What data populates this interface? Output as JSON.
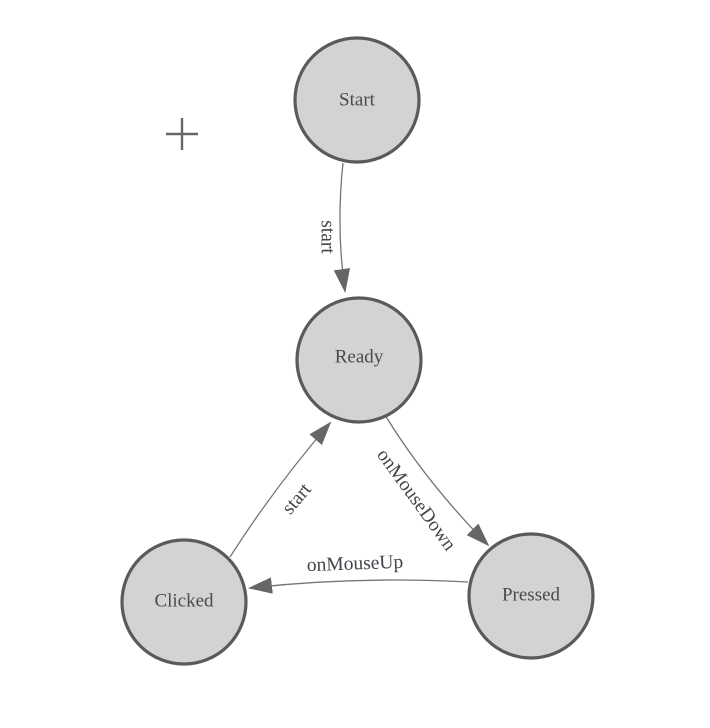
{
  "diagram": {
    "type": "state-machine",
    "background": "#ffffff",
    "colors": {
      "node_fill": "#d3d3d3",
      "node_stroke": "#5a5a5a",
      "node_text": "#4a4a4a",
      "edge_stroke": "#757575",
      "arrow_fill": "#666666",
      "edge_text": "#42454a",
      "crosshair": "#666666"
    },
    "nodes": [
      {
        "id": "start",
        "label": "Start"
      },
      {
        "id": "ready",
        "label": "Ready"
      },
      {
        "id": "clicked",
        "label": "Clicked"
      },
      {
        "id": "pressed",
        "label": "Pressed"
      }
    ],
    "edges": [
      {
        "id": "start-to-ready",
        "from": "Start",
        "to": "Ready",
        "label": "start"
      },
      {
        "id": "clicked-to-ready",
        "from": "Clicked",
        "to": "Ready",
        "label": "start"
      },
      {
        "id": "ready-to-pressed",
        "from": "Ready",
        "to": "Pressed",
        "label": "onMouseDown"
      },
      {
        "id": "pressed-to-clicked",
        "from": "Pressed",
        "to": "Clicked",
        "label": "onMouseUp"
      }
    ],
    "crosshair_marker": "+"
  }
}
